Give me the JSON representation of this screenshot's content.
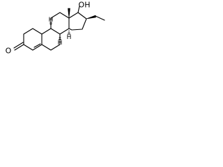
{
  "molecule": {
    "atom_labels": {
      "ketone_oxygen": "O",
      "hydroxyl": "OH",
      "stereo_h_1": "H",
      "stereo_h_2": "H",
      "stereo_h_3": "H"
    }
  }
}
